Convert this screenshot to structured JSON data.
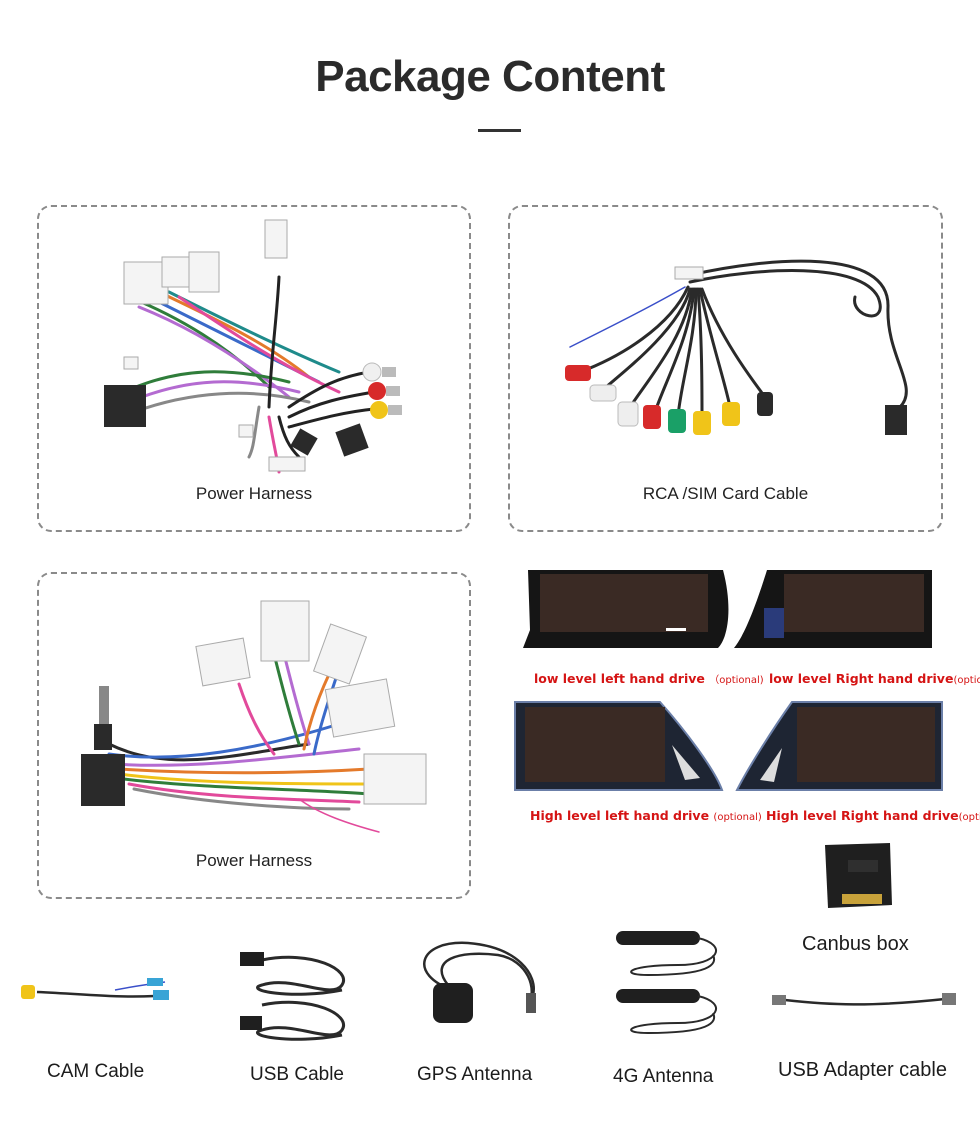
{
  "header": {
    "title": "Package Content"
  },
  "items": {
    "power_harness_1": "Power Harness",
    "rca_sim": "RCA /SIM Card Cable",
    "power_harness_2": "Power Harness",
    "cam_cable": "CAM Cable",
    "usb_cable": "USB Cable",
    "gps_antenna": "GPS Antenna",
    "g4_antenna": "4G Antenna",
    "canbus_box": "Canbus box",
    "usb_adapter": "USB Adapter cable"
  },
  "variants": [
    {
      "label": "low level left hand drive",
      "note": "（optional)"
    },
    {
      "label": "low level Right hand drive",
      "note": "(optional)"
    },
    {
      "label": "High level left hand drive",
      "note": "(optional)"
    },
    {
      "label": "High level Right hand drive",
      "note": "(optional)"
    }
  ],
  "colors": {
    "accent_red": "#d51414",
    "border": "#8a8a8a"
  }
}
